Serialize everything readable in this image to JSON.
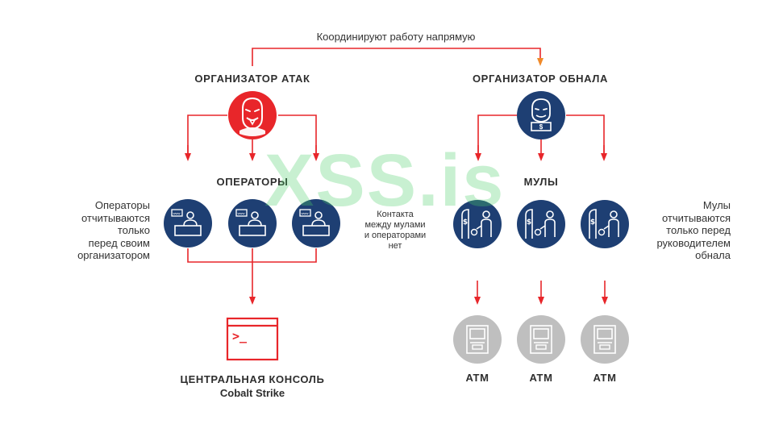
{
  "top_label": "Координируют работу напрямую",
  "attack_organizer": {
    "title": "ОРГАНИЗАТОР АТАК",
    "color": "#e8262a"
  },
  "cash_organizer": {
    "title": "ОРГАНИЗАТОР ОБНАЛА",
    "color": "#1e3f73",
    "badge": "$"
  },
  "operators": {
    "title": "ОПЕРАТОРЫ",
    "count": 3,
    "screen_label": "www"
  },
  "mules": {
    "title": "МУЛЫ",
    "count": 3
  },
  "atms": {
    "labels": [
      "ATM",
      "ATM",
      "ATM"
    ],
    "color": "#bfbfbf"
  },
  "console": {
    "title": "ЦЕНТРАЛЬНАЯ КОНСОЛЬ",
    "subtitle": "Cobalt Strike",
    "prompt": ">_"
  },
  "notes": {
    "operators": [
      "Операторы",
      "отчитываются",
      "только",
      "перед своим",
      "организатором"
    ],
    "middle": [
      "Контакта",
      "между мулами",
      "и операторами",
      "нет"
    ],
    "mules": [
      "Мулы",
      "отчитываются",
      "только перед",
      "руководителем",
      "обнала"
    ]
  },
  "watermark": "XSS.is",
  "colors": {
    "arrow": "#e8262a",
    "navy": "#1e3f73",
    "text": "#333333"
  }
}
